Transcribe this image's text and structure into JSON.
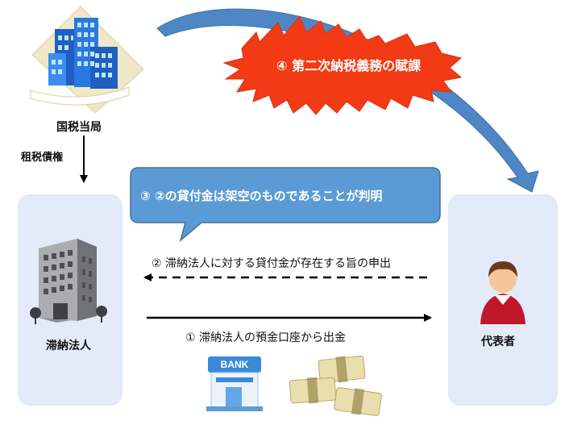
{
  "nodes": {
    "tax_office": "国税当局",
    "company": "滞納法人",
    "representative": "代表者"
  },
  "edges": {
    "claim": "租税債権",
    "step1": "① 滞納法人の預金口座から出金",
    "step2": "② 滞納法人に対する貸付金が存在する旨の申出"
  },
  "callouts": {
    "step3": "③ ②の貸付金は架空のものであることが判明",
    "step4": "④ 第二次納税義務の賦課"
  },
  "icons": {
    "bank_sign": "BANK"
  },
  "colors": {
    "panel": "#e2ebf7",
    "callout_blue": "#5b9bd5",
    "burst_red": "#f23b14",
    "arc_blue": "#4f86c6"
  }
}
